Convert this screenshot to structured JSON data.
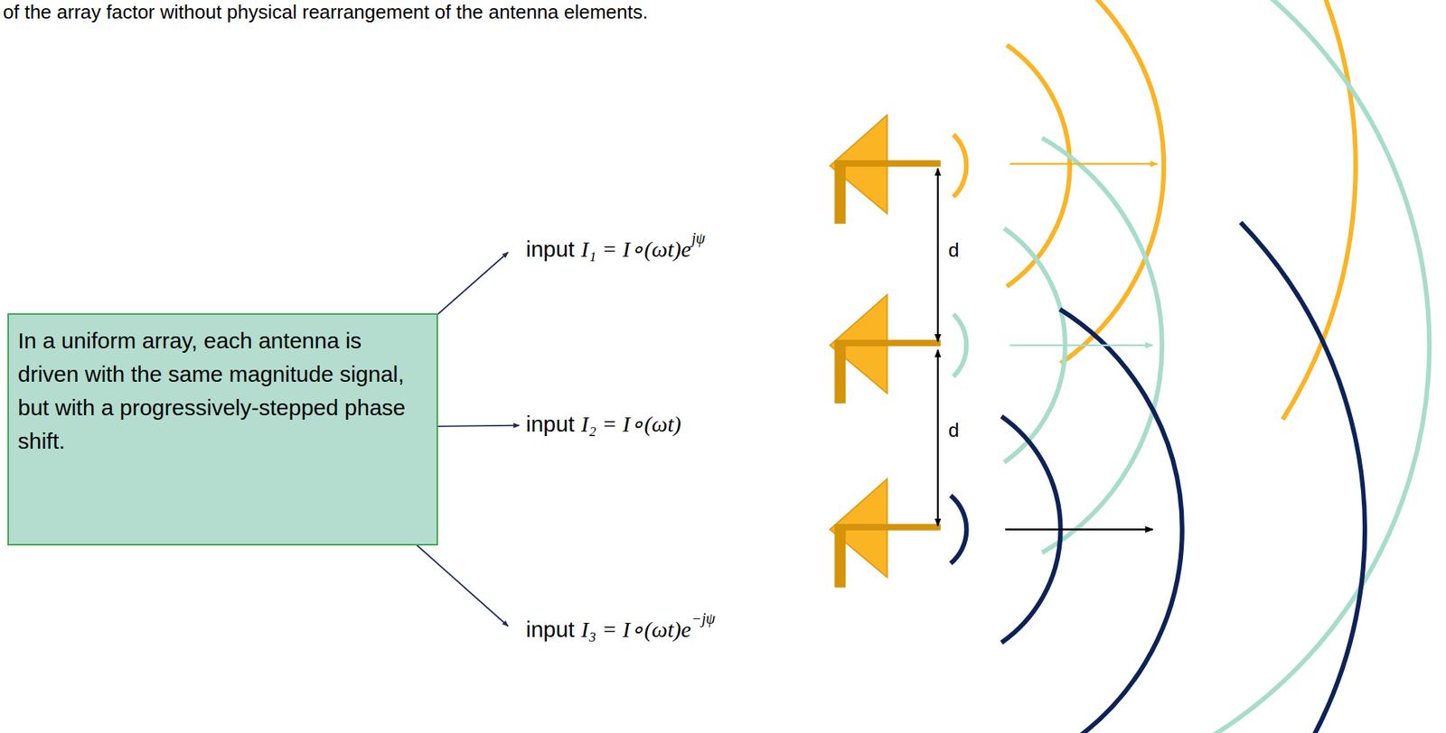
{
  "diagram": {
    "nodes": [
      {
        "text": [
          "In a uniform array, each antenna is driven with the same magnitude signal, but with a progressively-stepped phase shift."
        ]
      }
    ],
    "labels": [
      "of the array factor without physical rearrangement of the antenna elements.",
      "input",
      "I₁ = I∘(ωt)e",
      "jψ",
      "input",
      "I₂ = I∘(ωt)",
      "input",
      "I₃ = I∘(ωt)e",
      "−jψ",
      "d",
      "d"
    ]
  }
}
